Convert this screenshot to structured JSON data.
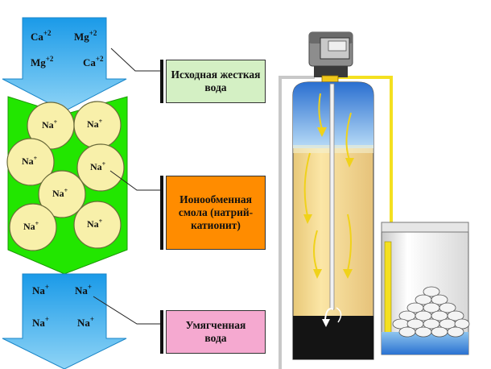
{
  "ions": {
    "ca": "Ca",
    "mg": "Mg",
    "na": "Na",
    "charge2": "+2",
    "charge1": "+"
  },
  "labels": {
    "hard_water": "Исходная жесткая вода",
    "resin": "Ионообменная смола (натрий-катионит)",
    "soft_water": "Умягченная вода"
  },
  "colors": {
    "hard_arrow": "#22aaea",
    "resin_green": "#22e600",
    "bead_fill": "#f8f0aa",
    "label_green": "#d4f0c4",
    "label_orange": "#ff8c00",
    "label_pink": "#f5a9d0",
    "tank_resin": "#f4d88a",
    "tank_water": "#3a7fd6",
    "pipe_yellow": "#ffee22"
  }
}
